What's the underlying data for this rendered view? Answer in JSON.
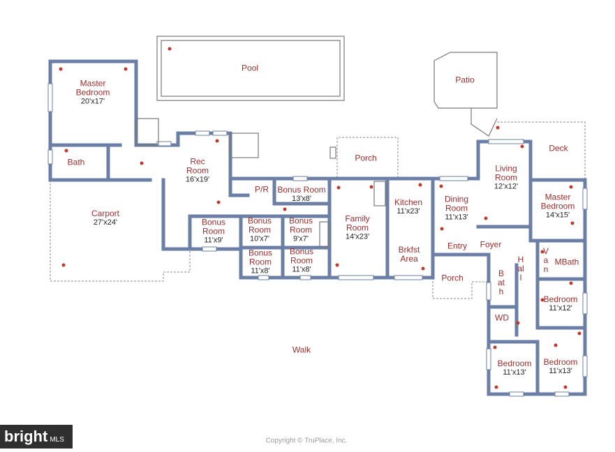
{
  "floor_plan": {
    "rooms": [
      {
        "id": "pool",
        "name": "Pool",
        "dims": ""
      },
      {
        "id": "patio",
        "name": "Patio",
        "dims": ""
      },
      {
        "id": "master-bedroom-1",
        "name": "Master\nBedroom",
        "dims": "20'x17'"
      },
      {
        "id": "bath-1",
        "name": "Bath",
        "dims": ""
      },
      {
        "id": "rec-room",
        "name": "Rec\nRoom",
        "dims": "16'x19'"
      },
      {
        "id": "porch-1",
        "name": "Porch",
        "dims": ""
      },
      {
        "id": "deck",
        "name": "Deck",
        "dims": ""
      },
      {
        "id": "living-room",
        "name": "Living\nRoom",
        "dims": "12'x12'"
      },
      {
        "id": "carport",
        "name": "Carport",
        "dims": "27'x24'"
      },
      {
        "id": "powder-room",
        "name": "P/R",
        "dims": ""
      },
      {
        "id": "bonus-room-1",
        "name": "Bonus Room",
        "dims": "13'x8'"
      },
      {
        "id": "kitchen",
        "name": "Kitchen",
        "dims": "11'x23'"
      },
      {
        "id": "dining-room",
        "name": "Dining\nRoom",
        "dims": "11'x13'"
      },
      {
        "id": "master-bedroom-2",
        "name": "Master\nBedroom",
        "dims": "14'x15'"
      },
      {
        "id": "bonus-room-2",
        "name": "Bonus\nRoom",
        "dims": "11'x9'"
      },
      {
        "id": "bonus-room-3",
        "name": "Bonus\nRoom",
        "dims": "10'x7'"
      },
      {
        "id": "bonus-room-4",
        "name": "Bonus\nRoom",
        "dims": "9'x7'"
      },
      {
        "id": "family-room",
        "name": "Family\nRoom",
        "dims": "14'x23'"
      },
      {
        "id": "entry",
        "name": "Entry",
        "dims": ""
      },
      {
        "id": "foyer",
        "name": "Foyer",
        "dims": ""
      },
      {
        "id": "bonus-room-5",
        "name": "Bonus\nRoom",
        "dims": "11'x8'"
      },
      {
        "id": "bonus-room-6",
        "name": "Bonus\nRoom",
        "dims": "11'x8'"
      },
      {
        "id": "breakfast-area",
        "name": "Brkfst\nArea",
        "dims": ""
      },
      {
        "id": "mbath",
        "name": "MBath",
        "dims": ""
      },
      {
        "id": "porch-2",
        "name": "Porch",
        "dims": ""
      },
      {
        "id": "bedroom-1",
        "name": "Bedroom",
        "dims": "11'x12'"
      },
      {
        "id": "wd",
        "name": "WD",
        "dims": ""
      },
      {
        "id": "walk",
        "name": "Walk",
        "dims": ""
      },
      {
        "id": "bedroom-2",
        "name": "Bedroom",
        "dims": "11'x13'"
      },
      {
        "id": "bedroom-3",
        "name": "Bedroom",
        "dims": "11'x13'"
      }
    ],
    "vertical_labels": [
      {
        "id": "hall",
        "text": "Hall"
      },
      {
        "id": "bath-2",
        "text": "Bath"
      },
      {
        "id": "van",
        "text": "Van"
      }
    ]
  },
  "footer": {
    "brand": "bright",
    "brand_suffix": "MLS",
    "copyright": "Copyright © TruPlace, Inc."
  },
  "colors": {
    "wall": "#6b7fa6",
    "room_label": "#9b2d2d",
    "marker_dot": "#c0392b"
  }
}
